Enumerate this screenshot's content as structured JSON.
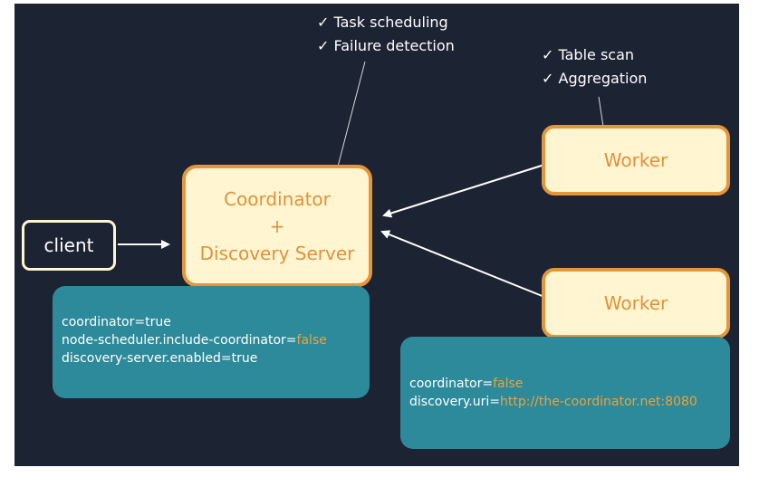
{
  "diagram": {
    "coordinator": {
      "lines": [
        "Coordinator",
        "+",
        "Discovery Server"
      ]
    },
    "workers": [
      "Worker",
      "Worker"
    ],
    "client": "client",
    "coordinator_notes": [
      "✓ Task scheduling",
      "✓ Failure detection"
    ],
    "worker_notes": [
      "✓ Table scan",
      "✓ Aggregation"
    ],
    "coordinator_config": {
      "line1": "coordinator=true",
      "line2_key": "node-scheduler.include-coordinator=",
      "line2_value": "false",
      "line3": "discovery-server.enabled=true"
    },
    "worker_config": {
      "line1_key": "coordinator=",
      "line1_value": "false",
      "line2_key": "discovery.uri=",
      "line2_value": "http://the-coordinator.net:8080"
    },
    "colors": {
      "background": "#1c2333",
      "box_fill": "#fff6d1",
      "box_border": "#e5953a",
      "box_text": "#e0913a",
      "config_fill": "#2d8a9a",
      "highlight": "#f0a03a"
    }
  }
}
